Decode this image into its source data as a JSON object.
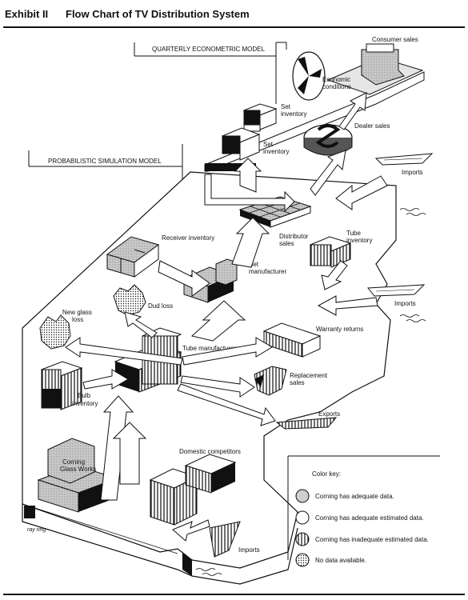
{
  "header": {
    "exhibit": "Exhibit II",
    "title": "Flow Chart of TV Distribution System"
  },
  "models": {
    "econometric": "QUARTERLY ECONOMETRIC MODEL",
    "simulation": "PROBABILISTIC SIMULATION MODEL"
  },
  "nodes": {
    "consumer_sales": "Consumer sales",
    "economic_conditions_1": "Economic",
    "economic_conditions_2": "conditions",
    "set_inventory_top_1": "Set",
    "set_inventory_top_2": "inventory",
    "set_inventory_mid_1": "Set",
    "set_inventory_mid_2": "inventory",
    "dealer_sales": "Dealer sales",
    "imports_top": "Imports",
    "receiver_inventory": "Receiver inventory",
    "distributor_sales_1": "Distributor",
    "distributor_sales_2": "sales",
    "tube_inventory_1": "Tube",
    "tube_inventory_2": "inventory",
    "set_manufacturer_1": "Set",
    "set_manufacturer_2": "manufacturer",
    "imports_mid": "Imports",
    "dud_loss": "Dud loss",
    "new_glass_loss_1": "New glass",
    "new_glass_loss_2": "loss",
    "warranty_returns": "Warranty returns",
    "tube_manufacturer": "Tube manufacturer",
    "replacement_sales_1": "Replacement",
    "replacement_sales_2": "sales",
    "bulb_inventory_1": "Bulb",
    "bulb_inventory_2": "inventory",
    "exports": "Exports",
    "domestic_competitors": "Domestic competitors",
    "corning_1": "Corning",
    "corning_2": "Glass Works",
    "ray_ring": "ray ring",
    "imports_bottom": "Imports"
  },
  "color_key": {
    "title": "Color key:",
    "items": [
      {
        "label": "Corning has adequate data.",
        "pattern": "gray"
      },
      {
        "label": "Corning has adequate estimated data.",
        "pattern": "white"
      },
      {
        "label": "Corning has inadequate estimated data.",
        "pattern": "striped"
      },
      {
        "label": "No data available.",
        "pattern": "dotted"
      }
    ]
  },
  "colors": {
    "ink": "#111111",
    "gray_fill": "#c8c8c8",
    "paper": "#ffffff"
  }
}
